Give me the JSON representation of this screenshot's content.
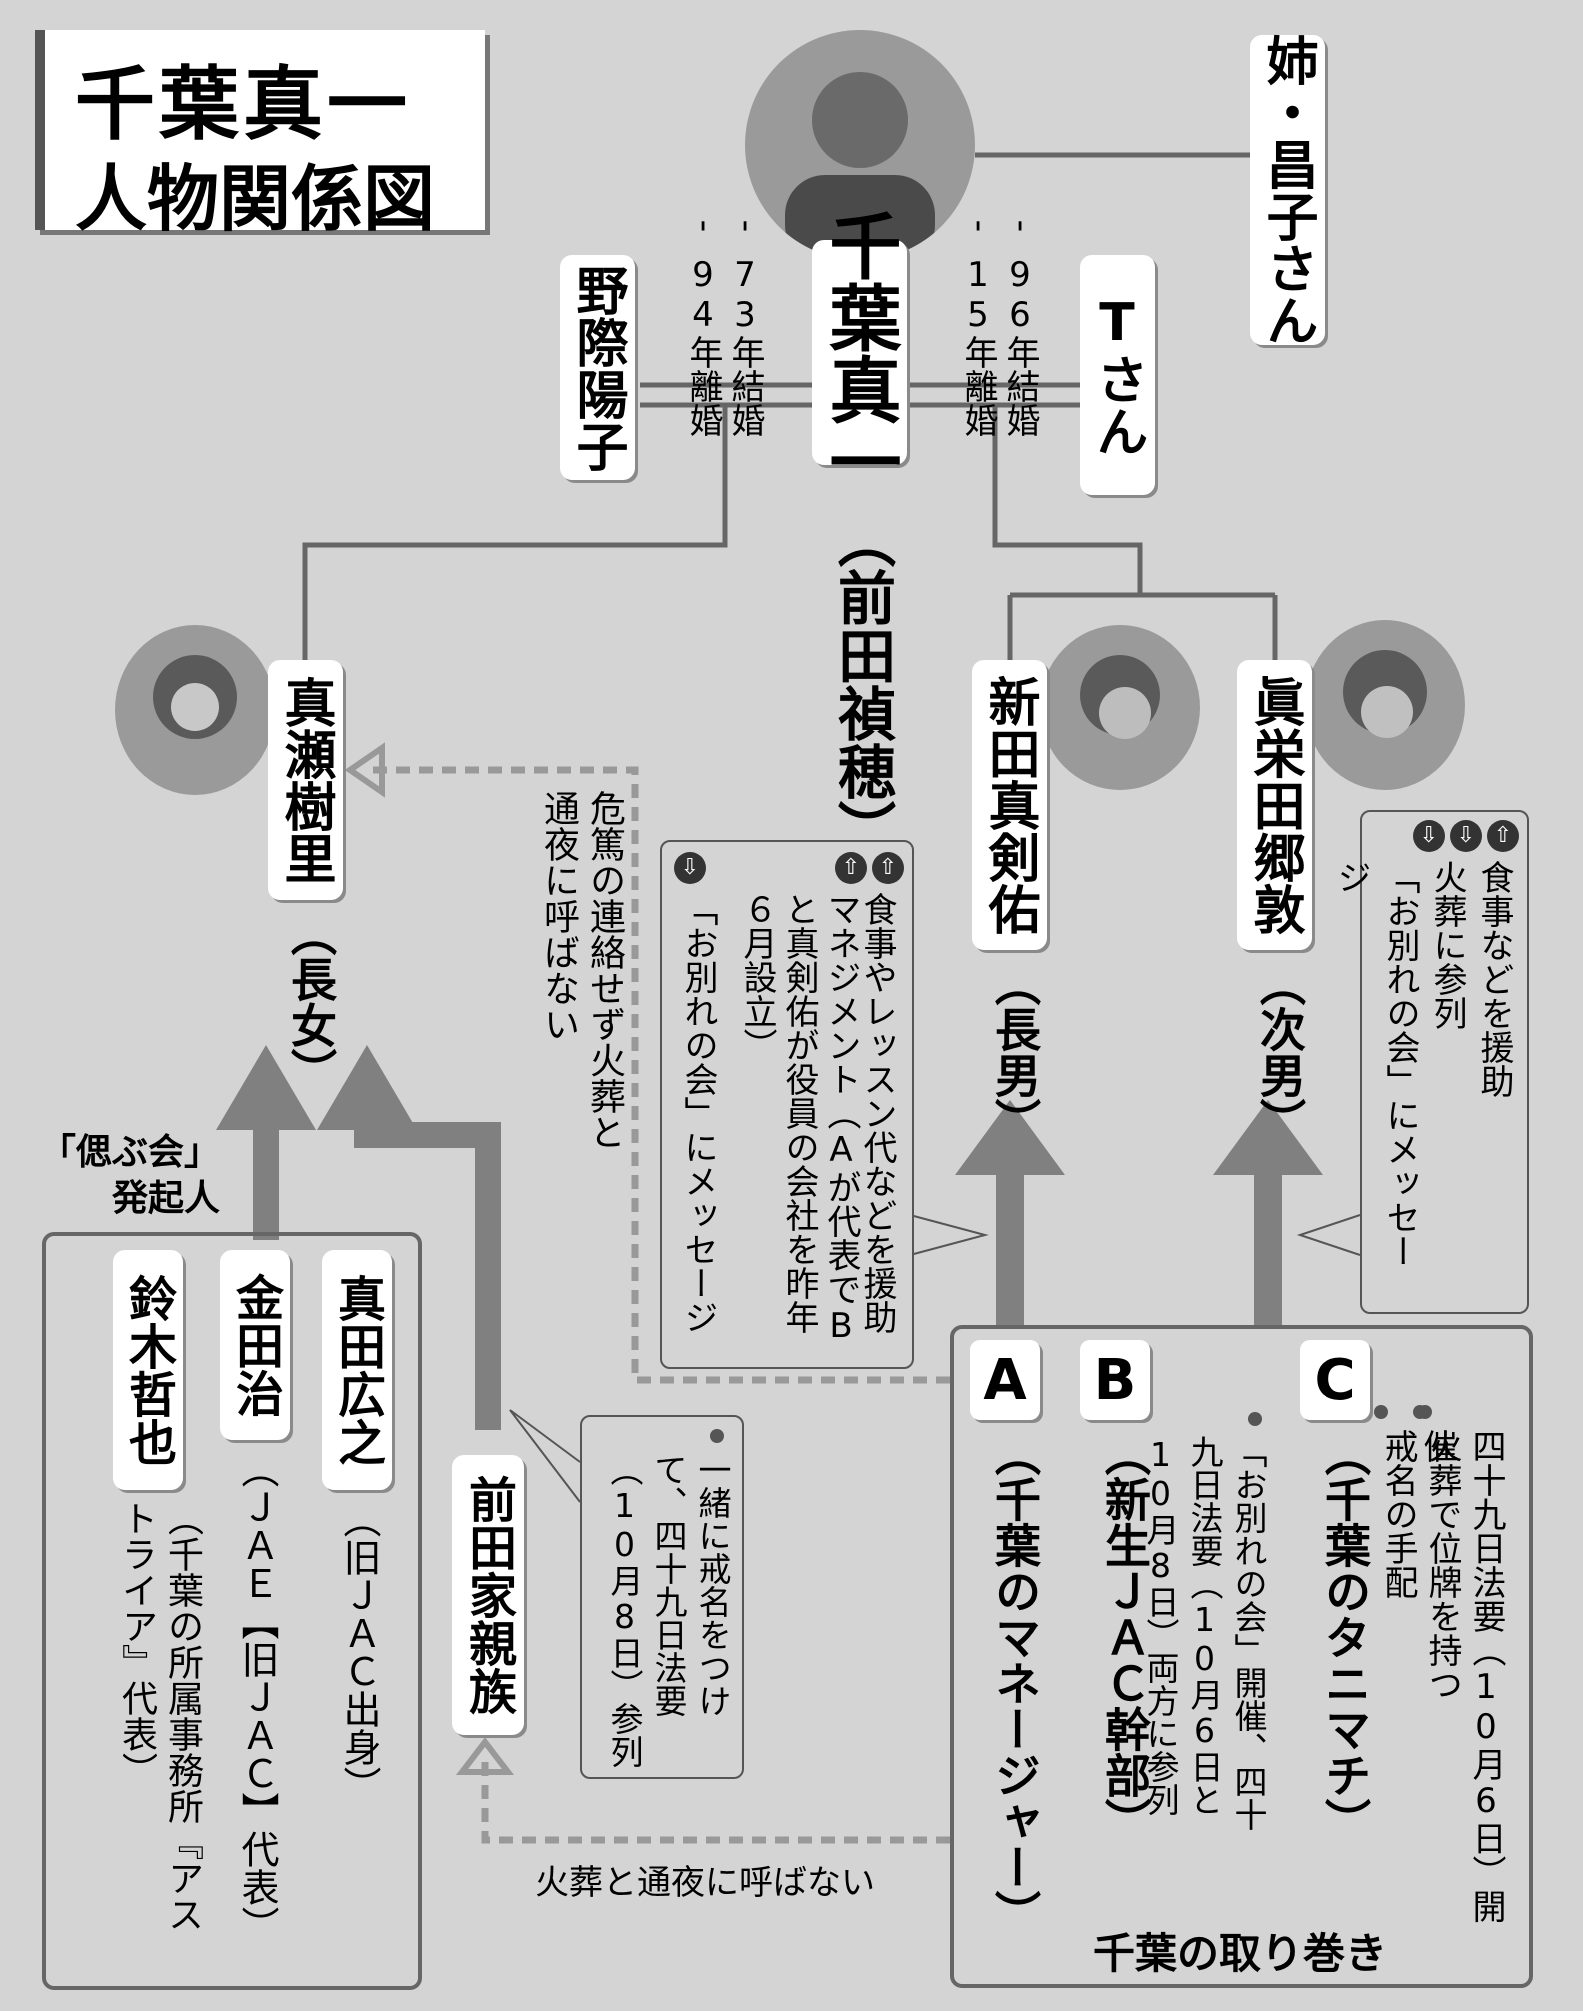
{
  "title": {
    "line1": "千葉真一",
    "line2": "人物関係図"
  },
  "persons": {
    "chiba": {
      "name": "千葉真一",
      "real_name": "（前田禎穂）"
    },
    "sister": {
      "name": "姉・昌子さん"
    },
    "nogiwa": {
      "name": "野際陽子"
    },
    "t_san": {
      "name": "Tさん"
    },
    "maze": {
      "name": "真瀬樹里",
      "role": "（長女）"
    },
    "arata": {
      "name": "新田真剣佑",
      "role": "（長男）"
    },
    "maeda": {
      "name": "眞栄田郷敦",
      "role": "（次男）"
    },
    "maeda_family": {
      "name": "前田家親族"
    },
    "sanada": {
      "name": "真田広之",
      "desc": "（旧ＪＡＣ出身）"
    },
    "kaneda": {
      "name": "金田治",
      "desc": "（ＪＡＥ【旧ＪＡＣ】代表）"
    },
    "suzuki": {
      "name": "鈴木哲也",
      "desc": "（千葉の所属事務所『アストライア』代表）"
    }
  },
  "marriages": {
    "nogiwa": {
      "married": "'73年結婚",
      "divorced": "'94年離婚"
    },
    "t_san": {
      "married": "'96年結婚",
      "divorced": "'15年離婚"
    }
  },
  "entourage": {
    "label": "千葉の取り巻き",
    "a": {
      "letter": "A",
      "desc": "（千葉のマネージャー）"
    },
    "b": {
      "letter": "B",
      "desc": "（新生ＪＡＣ幹部）"
    },
    "c": {
      "letter": "C",
      "desc": "（千葉のタニマチ）"
    },
    "b_note": "「お別れの会」開催、四十九日法要（10月6日と10月8日）両方に参列",
    "c_notes": [
      "四十九日法要（10月6日）開催",
      "火葬で位牌を持つ",
      "戒名の手配"
    ]
  },
  "notes": {
    "maze_arrow": "危篤の連絡せず火葬と通夜に呼ばない",
    "arata_box": {
      "help": "食事やレッスン代などを援助",
      "management": "マネジメント（Aが代表でBと真剣佑が役員の会社を昨年６月設立）",
      "message": "「お別れの会」にメッセージ"
    },
    "maeda_box": {
      "help": "食事などを援助",
      "cremation": "火葬に参列",
      "message": "「お別れの会」にメッセージ"
    },
    "family_box": "一緒に戒名をつけて、四十九日法要（10月8日）参列",
    "family_arrow": "火葬と通夜に呼ばない",
    "shinobu_label": "「偲ぶ会」発起人"
  },
  "icons": {
    "up": "arrow-up-circle-icon",
    "down": "arrow-down-circle-icon",
    "up_glyph": "⇧",
    "down_glyph": "⇩"
  },
  "colors": {
    "background": "#d4d4d4",
    "arrow": "#808080",
    "box": "#ffffff",
    "line": "#666666"
  }
}
